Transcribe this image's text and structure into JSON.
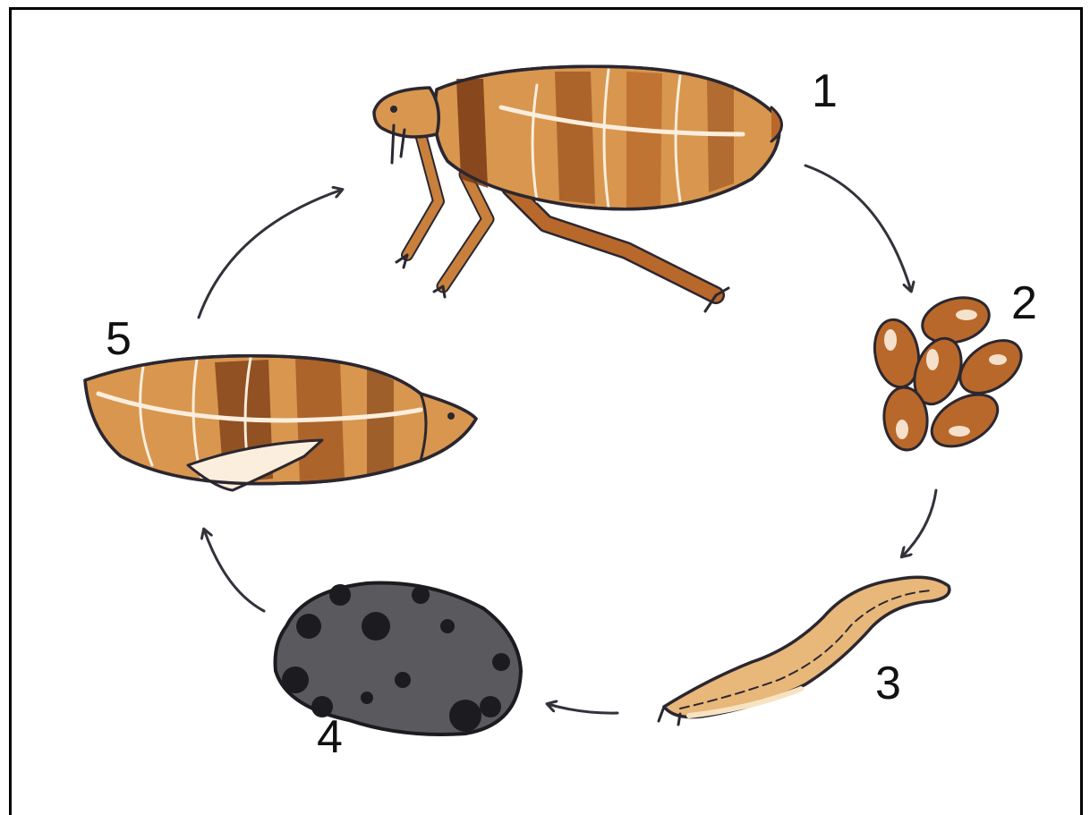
{
  "stage_labels": {
    "adult": "1",
    "eggs": "2",
    "larva": "3",
    "pupa": "4",
    "emerging_adult": "5"
  },
  "colors": {
    "outline": "#2b2730",
    "body_light": "#d8964f",
    "body_mid": "#b8682a",
    "body_dark": "#7a3a14",
    "highlight": "#fbeedd",
    "larva_fill": "#e8b77a",
    "larva_light": "#f6e3c2",
    "cocoon_fill": "#5a5a5e",
    "cocoon_dark": "#1c1c20",
    "arrow": "#33313a"
  }
}
